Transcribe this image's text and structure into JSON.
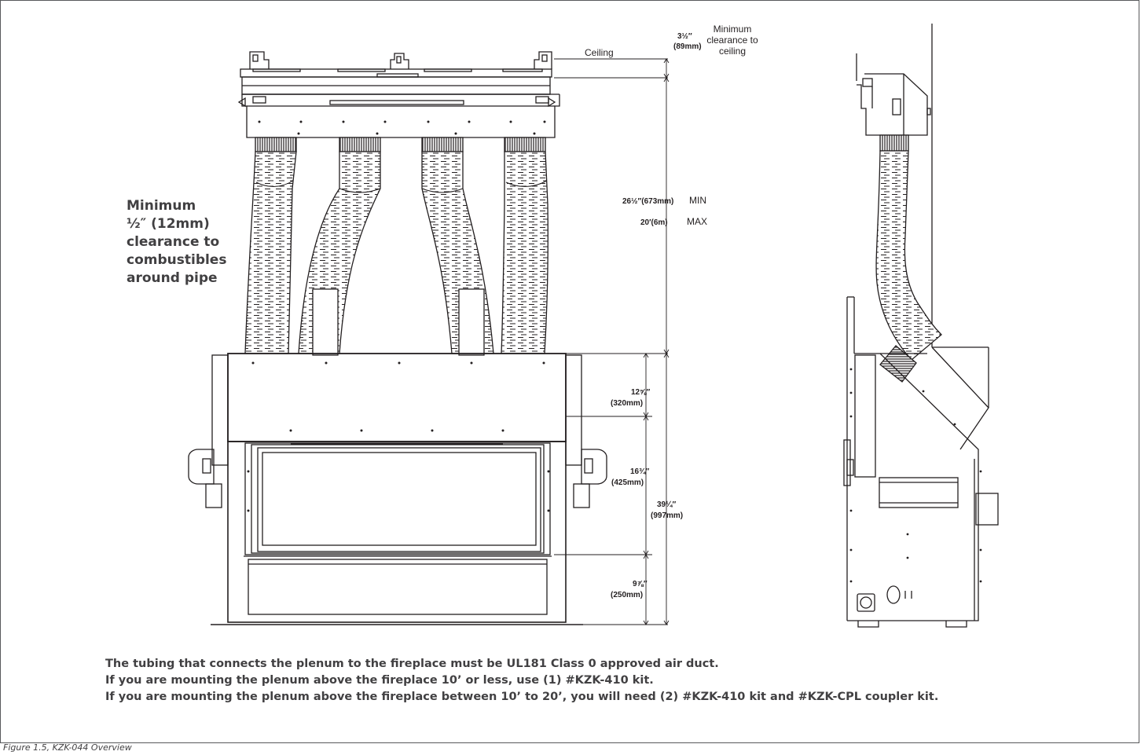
{
  "labels": {
    "ceiling": "Ceiling",
    "min_clearance_ceiling": [
      "Minimum",
      "clearance to",
      "ceiling"
    ]
  },
  "dimensions": {
    "top_gap": {
      "imperial": "3½″",
      "metric": "(89mm)"
    },
    "duct_length_min": {
      "value": "26½″(673mm)",
      "suffix": "MIN"
    },
    "duct_length_max": {
      "value": "20′(6m)",
      "suffix": "MAX"
    },
    "upper_panel": {
      "imperial": "12⅝″",
      "metric": "(320mm)"
    },
    "glass": {
      "imperial": "16¾″",
      "metric": "(425mm)"
    },
    "overall": {
      "imperial": "39¼″",
      "metric": "(997mm)"
    },
    "base": {
      "imperial": "9⅞″",
      "metric": "(250mm)"
    }
  },
  "clearance_note": [
    "Minimum",
    "½″ (12mm)",
    "clearance to",
    "combustibles",
    "around pipe"
  ],
  "notes": [
    "The tubing that connects the plenum to the fireplace must be UL181 Class 0 approved air duct.",
    "If you are mounting the plenum above the fireplace 10’ or less, use (1) #KZK-410 kit.",
    "If you are mounting the plenum above the fireplace between 10’ to 20’, you will need (2) #KZK-410 kit and #KZK-CPL coupler kit."
  ],
  "caption": "Figure 1.5, KZK-044 Overview",
  "colors": {
    "line": "#231f20",
    "text": "#414042",
    "frame": "#58595b"
  }
}
